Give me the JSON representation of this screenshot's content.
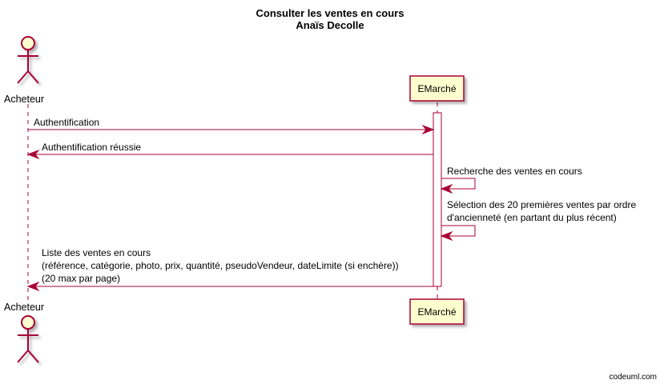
{
  "diagram": {
    "title_line1": "Consulter les ventes en cours",
    "title_line2": "Anaïs Decolle",
    "actor": {
      "name": "Acheteur",
      "icon": "stick-figure-icon"
    },
    "participant": {
      "name": "EMarché"
    },
    "messages": {
      "m1": "Authentification",
      "m2": "Authentification réussie",
      "m3": "Recherche des ventes en cours",
      "m4_line1": "Sélection des 20 premières ventes par ordre",
      "m4_line2": "d'ancienneté (en partant du plus récent)",
      "m5_line1": "Liste des ventes en cours",
      "m5_line2": "(référence, catégorie, photo, prix, quantité, pseudoVendeur, dateLimite (si enchère))",
      "m5_line3": "(20 max par page)"
    },
    "watermark": "codeuml.com",
    "colors": {
      "accent": "#A80036",
      "box_fill": "#FEFECE",
      "activation_fill": "#FFFFFF",
      "text": "#000000"
    }
  }
}
